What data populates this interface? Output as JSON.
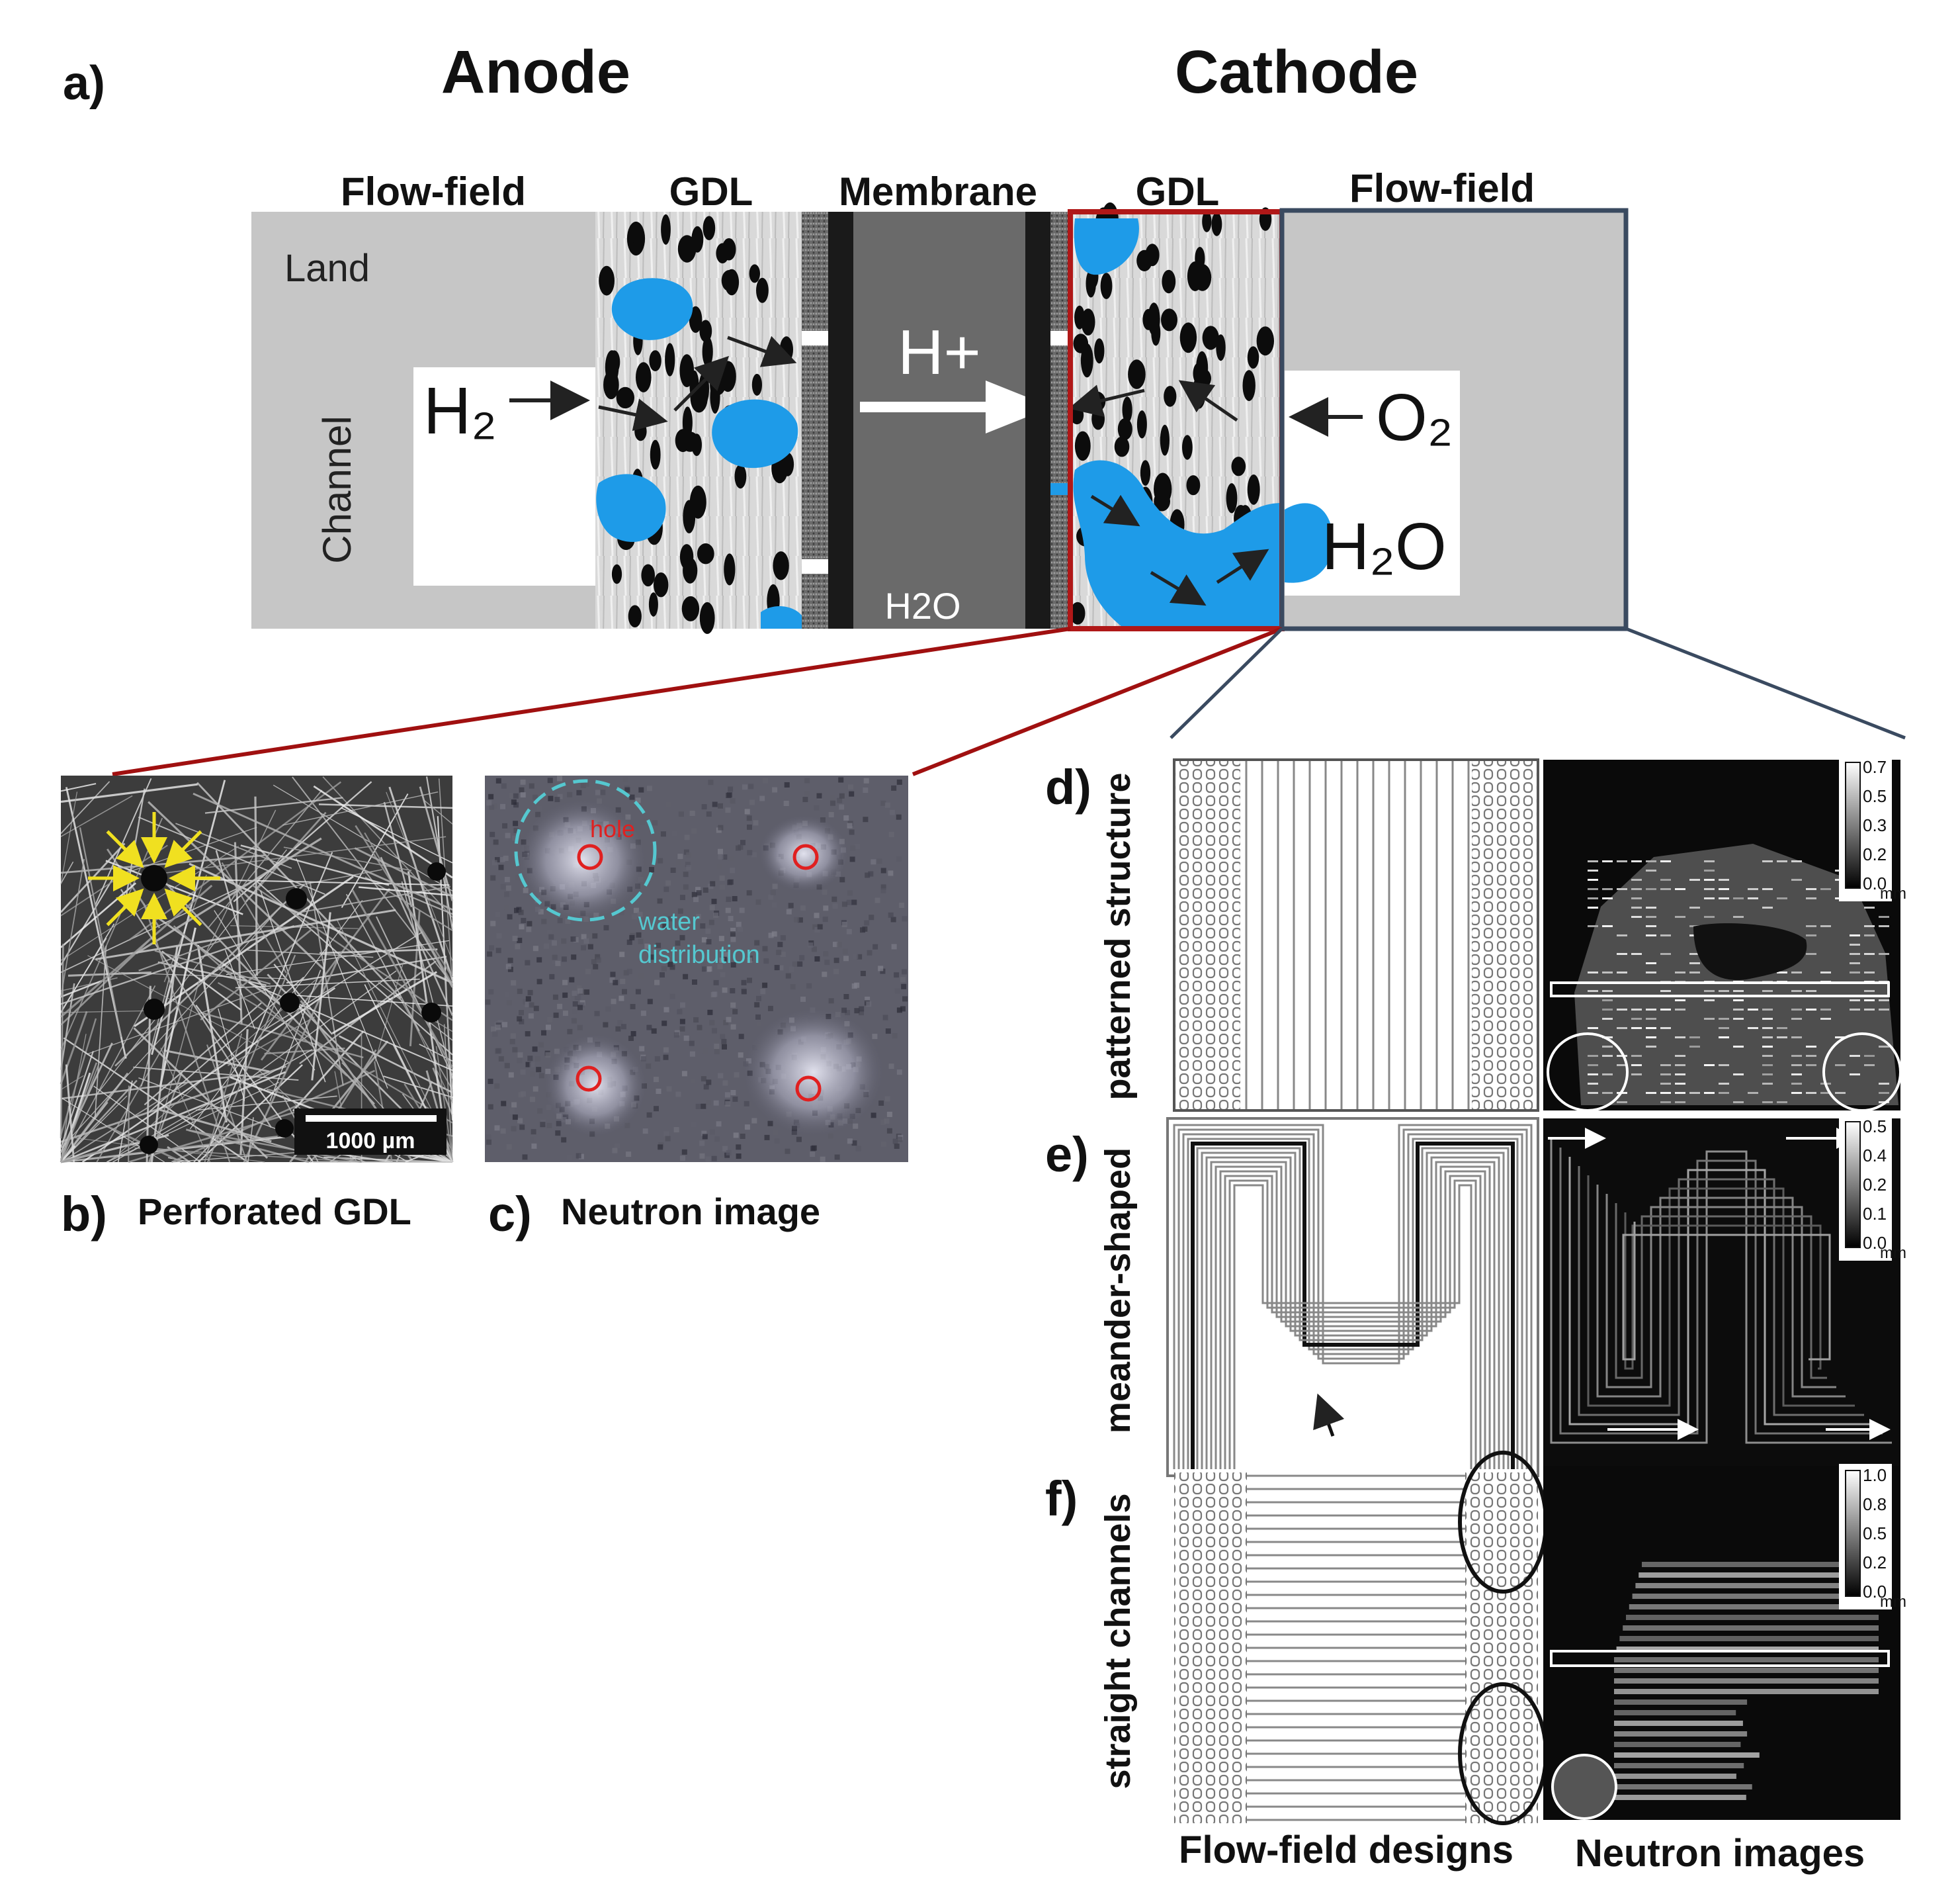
{
  "panel_a": {
    "label": "a)",
    "anode": "Anode",
    "cathode": "Cathode",
    "flow_field_left": "Flow-field",
    "gdl_left": "GDL",
    "membrane": "Membrane",
    "gdl_right": "GDL",
    "flow_field_right": "Flow-field",
    "land": "Land",
    "channel": "Channel",
    "h2": "H₂",
    "hplus": "H+",
    "o2": "O₂",
    "h2o_cathode": "H₂O",
    "h2o_membrane": "H2O"
  },
  "panel_b": {
    "label": "b)",
    "caption": "Perforated GDL",
    "scale_bar": "1000 µm"
  },
  "panel_c": {
    "label": "c)",
    "caption": "Neutron image",
    "hole": "hole",
    "water_1": "water",
    "water_2": "distribution"
  },
  "panel_d": {
    "label": "d)",
    "title": "patterned structure",
    "ticks": [
      "0.7",
      "0.5",
      "0.3",
      "0.2",
      "0.0"
    ],
    "unit": "mm"
  },
  "panel_e": {
    "label": "e)",
    "title": "meander-shaped",
    "ticks": [
      "0.5",
      "0.4",
      "0.2",
      "0.1",
      "0.0"
    ],
    "unit": "mm"
  },
  "panel_f": {
    "label": "f)",
    "title": "straight channels",
    "ticks": [
      "1.0",
      "0.8",
      "0.5",
      "0.2",
      "0.0"
    ],
    "unit": "mm"
  },
  "footer": {
    "designs": "Flow-field  designs",
    "images": "Neutron  images"
  },
  "colors": {
    "membrane_red": "#b01818",
    "flowfield_blue": "#3a4a60",
    "water": "#1e9be8",
    "hole_arrows": "#f0e020",
    "water_circle": "#55c8d0",
    "hole_marker": "#e02020"
  }
}
